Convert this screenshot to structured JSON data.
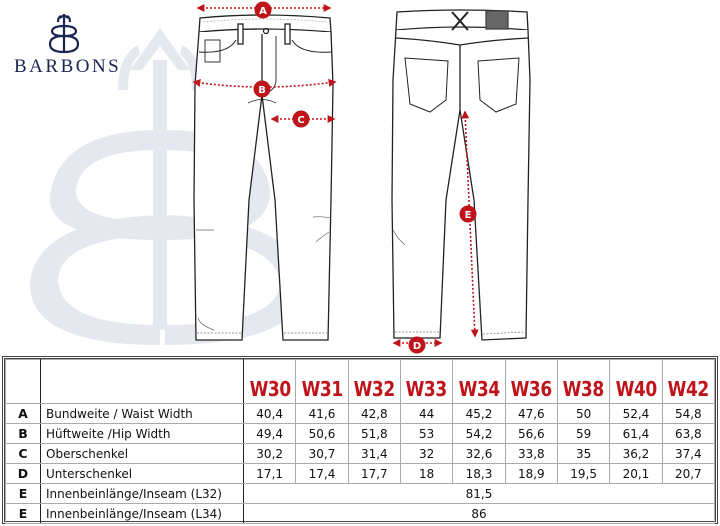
{
  "brand": {
    "name": "BARBONS",
    "monogram": "BB",
    "brand_color": "#1c2452"
  },
  "diagram": {
    "marker_color": "#c0141b",
    "measure_markers": [
      {
        "letter": "A",
        "description": "waist width arrow across front waistband"
      },
      {
        "letter": "B",
        "description": "hip width arrow across front hip"
      },
      {
        "letter": "C",
        "description": "thigh width arrow across front leg"
      },
      {
        "letter": "D",
        "description": "leg opening arrow across back hem"
      },
      {
        "letter": "E",
        "description": "inseam arrow along back inner leg"
      }
    ]
  },
  "size_table": {
    "accent_color": "#c0141b",
    "sizes": [
      "W30",
      "W31",
      "W32",
      "W33",
      "W34",
      "W36",
      "W38",
      "W40",
      "W42"
    ],
    "rows": [
      {
        "letter": "A",
        "label": "Bundweite / Waist Width",
        "values": [
          "40,4",
          "41,6",
          "42,8",
          "44",
          "45,2",
          "47,6",
          "50",
          "52,4",
          "54,8"
        ]
      },
      {
        "letter": "B",
        "label": "Hüftweite /Hip Width",
        "values": [
          "49,4",
          "50,6",
          "51,8",
          "53",
          "54,2",
          "56,6",
          "59",
          "61,4",
          "63,8"
        ]
      },
      {
        "letter": "C",
        "label": "Oberschenkel",
        "values": [
          "30,2",
          "30,7",
          "31,4",
          "32",
          "32,6",
          "33,8",
          "35",
          "36,2",
          "37,4"
        ]
      },
      {
        "letter": "D",
        "label": "Unterschenkel",
        "values": [
          "17,1",
          "17,4",
          "17,7",
          "18",
          "18,3",
          "18,9",
          "19,5",
          "20,1",
          "20,7"
        ]
      },
      {
        "letter": "E",
        "label": "Innenbeinlänge/Inseam (L32)",
        "merged_value": "81,5"
      },
      {
        "letter": "E",
        "label": "Innenbeinlänge/Inseam (L34)",
        "merged_value": "86"
      }
    ]
  }
}
